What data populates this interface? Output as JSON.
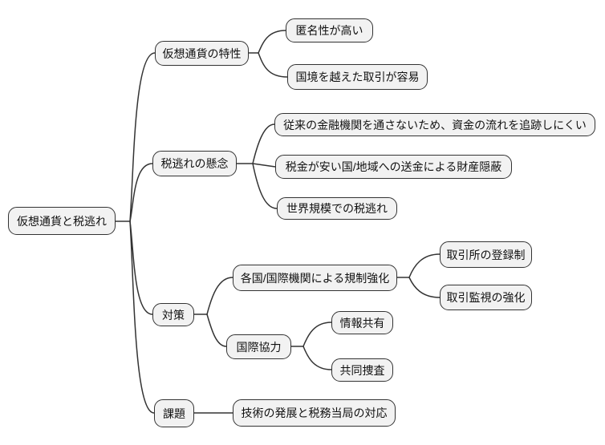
{
  "colors": {
    "background": "#ffffff",
    "node_fill": "#f2f2f2",
    "node_border": "#333333",
    "edge": "#333333",
    "text": "#111111"
  },
  "mindmap": {
    "type": "mindmap",
    "root": {
      "label": "仮想通貨と税逃れ",
      "children": [
        {
          "label": "仮想通貨の特性",
          "children": [
            {
              "label": "匿名性が高い"
            },
            {
              "label": "国境を越えた取引が容易"
            }
          ]
        },
        {
          "label": "税逃れの懸念",
          "children": [
            {
              "label": "従来の金融機関を通さないため、資金の流れを追跡しにくい"
            },
            {
              "label": "税金が安い国/地域への送金による財産隠蔽"
            },
            {
              "label": "世界規模での税逃れ"
            }
          ]
        },
        {
          "label": "対策",
          "children": [
            {
              "label": "各国/国際機関による規制強化",
              "children": [
                {
                  "label": "取引所の登録制"
                },
                {
                  "label": "取引監視の強化"
                }
              ]
            },
            {
              "label": "国際協力",
              "children": [
                {
                  "label": "情報共有"
                },
                {
                  "label": "共同捜査"
                }
              ]
            }
          ]
        },
        {
          "label": "課題",
          "children": [
            {
              "label": "技術の発展と税務当局の対応"
            }
          ]
        }
      ]
    }
  }
}
